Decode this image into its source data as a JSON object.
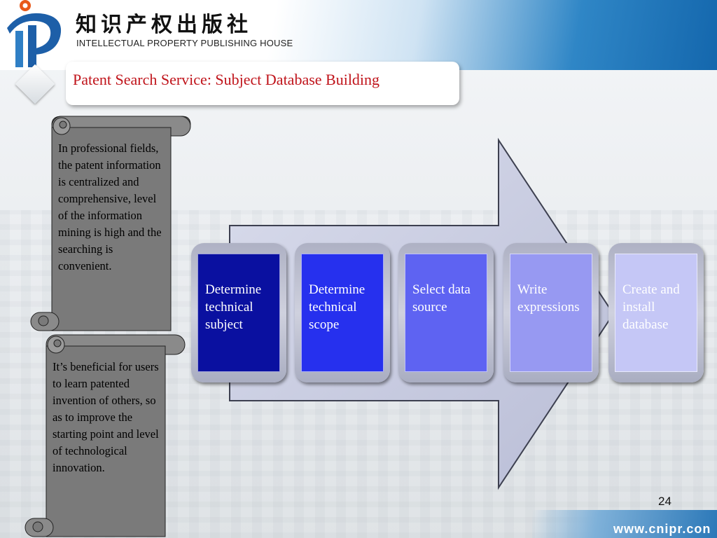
{
  "header": {
    "brand_cn": "知识产权出版社",
    "brand_en": "INTELLECTUAL PROPERTY PUBLISHING HOUSE"
  },
  "title": "Patent Search Service: Subject Database Building",
  "notes": [
    {
      "text": "In professional fields, the patent information is centralized and comprehensive, level of the information mining is high and the searching is convenient."
    },
    {
      "text": "It’s beneficial for users to learn patented invention of others, so as to improve the starting point and level of technological innovation."
    }
  ],
  "steps": [
    {
      "label": "Determine technical subject",
      "fill": "#0a10a0",
      "text_color": "#ffffff"
    },
    {
      "label": "Determine technical scope",
      "fill": "#2630ee",
      "text_color": "#ffffff"
    },
    {
      "label": "Select data source",
      "fill": "#5e63f2",
      "text_color": "#ffffff"
    },
    {
      "label": "Write expressions",
      "fill": "#9799f2",
      "text_color": "#ffffff"
    },
    {
      "label": "Create and install database",
      "fill": "#c5c7f6",
      "text_color": "#ffffff"
    }
  ],
  "colors": {
    "title_red": "#c0141b",
    "arrow_fill": "#cfd2e6",
    "scroll_fill": "#7a7a7a"
  },
  "page_number": "24",
  "footer_url": "www.cnipr.con"
}
